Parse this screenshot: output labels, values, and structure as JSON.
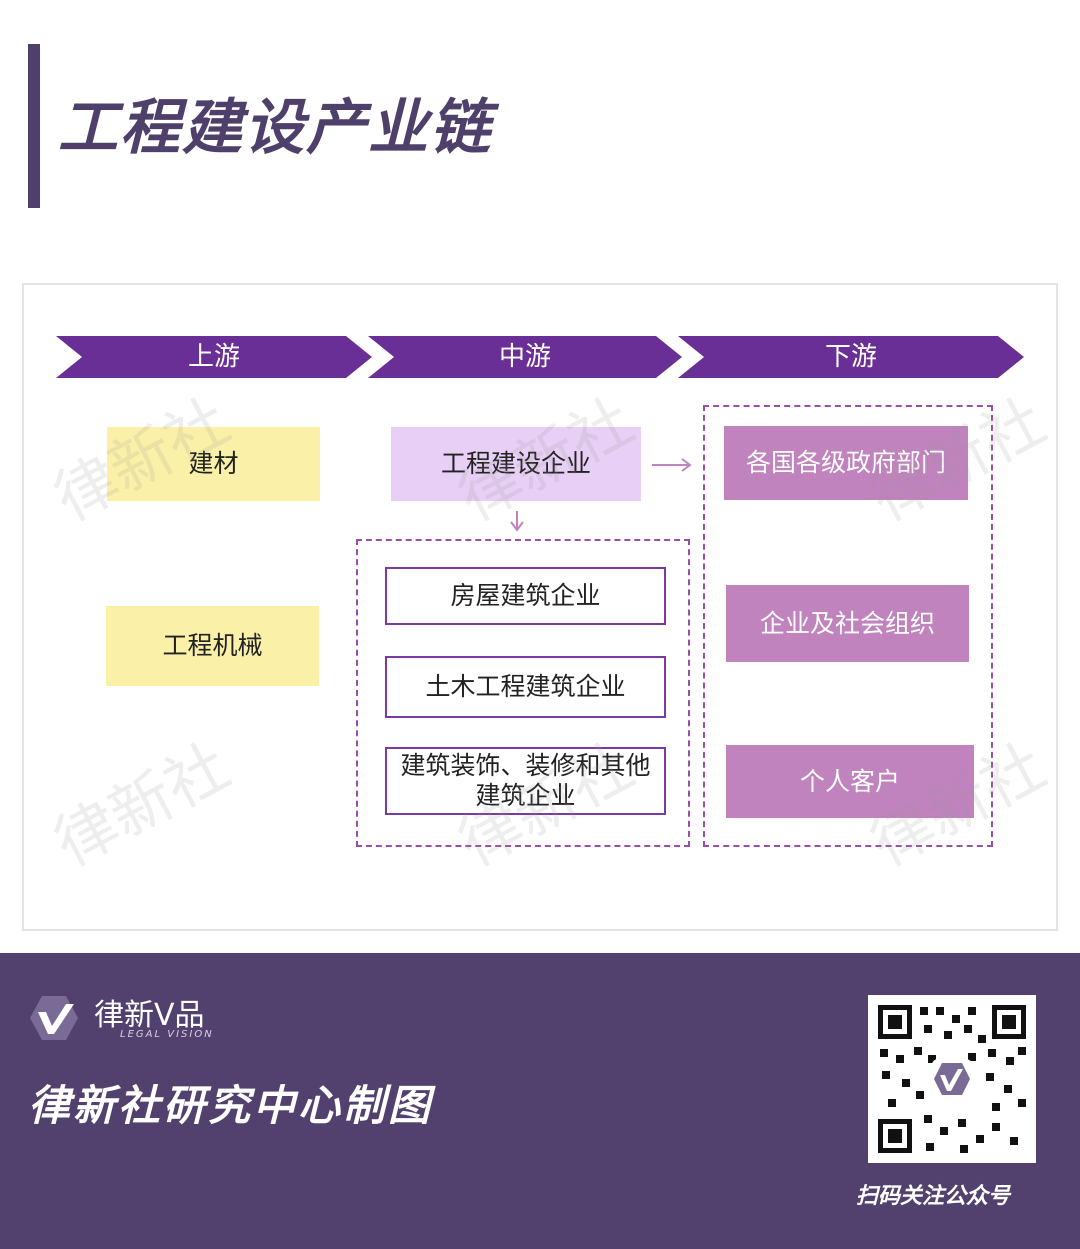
{
  "header": {
    "title": "工程建设产业链"
  },
  "stages": [
    {
      "label": "上游"
    },
    {
      "label": "中游"
    },
    {
      "label": "下游"
    }
  ],
  "upstream": {
    "items": [
      "建材",
      "工程机械"
    ]
  },
  "midstream": {
    "main": "工程建设企业",
    "subs": [
      "房屋建筑企业",
      "土木工程建筑企业",
      "建筑装饰、装修和其他建筑企业"
    ]
  },
  "downstream": {
    "items": [
      "各国各级政府部门",
      "企业及社会组织",
      "个人客户"
    ]
  },
  "watermark": "律新社",
  "footer": {
    "brand": "律新V品",
    "brand_sub": "LEGAL VISION",
    "text": "律新社研究中心制图",
    "qr_caption": "扫码关注公众号"
  },
  "colors": {
    "chevron": "#6a2f97",
    "upstream_box": "#fbf0a8",
    "mid_main": "#e7cff5",
    "mid_border": "#7b3aa3",
    "downstream_box": "#c083be",
    "footer_bg": "#52416e",
    "title": "#4e3f6b"
  }
}
